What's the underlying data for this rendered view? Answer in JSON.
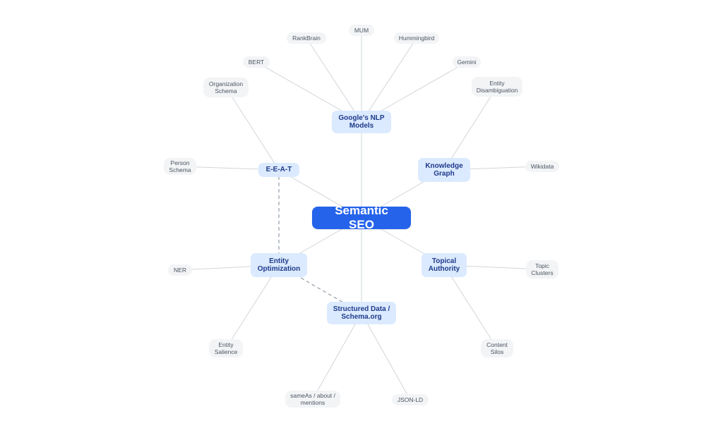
{
  "diagram": {
    "nodes": [
      {
        "id": "semantic-seo",
        "kind": "root",
        "label": "Semantic SEO"
      },
      {
        "id": "nlp-models",
        "kind": "hub",
        "label": "Google's NLP\nModels"
      },
      {
        "id": "eeat",
        "kind": "hub",
        "label": "E-E-A-T"
      },
      {
        "id": "knowledge-graph",
        "kind": "hub",
        "label": "Knowledge\nGraph"
      },
      {
        "id": "entity-optimization",
        "kind": "hub",
        "label": "Entity\nOptimization"
      },
      {
        "id": "topical-authority",
        "kind": "hub",
        "label": "Topical\nAuthority"
      },
      {
        "id": "structured-data",
        "kind": "hub",
        "label": "Structured Data /\nSchema.org"
      },
      {
        "id": "rankbrain",
        "kind": "leaf",
        "label": "RankBrain"
      },
      {
        "id": "mum",
        "kind": "leaf",
        "label": "MUM"
      },
      {
        "id": "hummingbird",
        "kind": "leaf",
        "label": "Hummingbird"
      },
      {
        "id": "bert",
        "kind": "leaf",
        "label": "BERT"
      },
      {
        "id": "gemini",
        "kind": "leaf",
        "label": "Gemini"
      },
      {
        "id": "organization-schema",
        "kind": "leaf",
        "label": "Organization\nSchema"
      },
      {
        "id": "person-schema",
        "kind": "leaf",
        "label": "Person\nSchema"
      },
      {
        "id": "entity-disambiguation",
        "kind": "leaf",
        "label": "Entity\nDisambiguation"
      },
      {
        "id": "wikidata",
        "kind": "leaf",
        "label": "Wikidata"
      },
      {
        "id": "ner",
        "kind": "leaf",
        "label": "NER"
      },
      {
        "id": "entity-salience",
        "kind": "leaf",
        "label": "Entity\nSalience"
      },
      {
        "id": "topic-clusters",
        "kind": "leaf",
        "label": "Topic\nClusters"
      },
      {
        "id": "content-silos",
        "kind": "leaf",
        "label": "Content\nSilos"
      },
      {
        "id": "sameas-about-mentions",
        "kind": "leaf",
        "label": "sameAs / about /\nmentions"
      },
      {
        "id": "json-ld",
        "kind": "leaf",
        "label": "JSON-LD"
      }
    ],
    "edges": [
      {
        "from": "semantic-seo",
        "to": "nlp-models",
        "style": "solid"
      },
      {
        "from": "semantic-seo",
        "to": "eeat",
        "style": "solid"
      },
      {
        "from": "semantic-seo",
        "to": "knowledge-graph",
        "style": "solid"
      },
      {
        "from": "semantic-seo",
        "to": "entity-optimization",
        "style": "solid"
      },
      {
        "from": "semantic-seo",
        "to": "topical-authority",
        "style": "solid"
      },
      {
        "from": "semantic-seo",
        "to": "structured-data",
        "style": "solid"
      },
      {
        "from": "nlp-models",
        "to": "rankbrain",
        "style": "solid"
      },
      {
        "from": "nlp-models",
        "to": "mum",
        "style": "solid"
      },
      {
        "from": "nlp-models",
        "to": "hummingbird",
        "style": "solid"
      },
      {
        "from": "nlp-models",
        "to": "bert",
        "style": "solid"
      },
      {
        "from": "nlp-models",
        "to": "gemini",
        "style": "solid"
      },
      {
        "from": "eeat",
        "to": "organization-schema",
        "style": "solid"
      },
      {
        "from": "eeat",
        "to": "person-schema",
        "style": "solid"
      },
      {
        "from": "knowledge-graph",
        "to": "entity-disambiguation",
        "style": "solid"
      },
      {
        "from": "knowledge-graph",
        "to": "wikidata",
        "style": "solid"
      },
      {
        "from": "entity-optimization",
        "to": "ner",
        "style": "solid"
      },
      {
        "from": "entity-optimization",
        "to": "entity-salience",
        "style": "solid"
      },
      {
        "from": "topical-authority",
        "to": "topic-clusters",
        "style": "solid"
      },
      {
        "from": "topical-authority",
        "to": "content-silos",
        "style": "solid"
      },
      {
        "from": "structured-data",
        "to": "sameas-about-mentions",
        "style": "solid"
      },
      {
        "from": "structured-data",
        "to": "json-ld",
        "style": "solid"
      },
      {
        "from": "eeat",
        "to": "entity-optimization",
        "style": "dashed"
      },
      {
        "from": "entity-optimization",
        "to": "structured-data",
        "style": "dashed"
      }
    ]
  },
  "colors": {
    "root_fill": "#2563eb",
    "root_text": "#ffffff",
    "hub_fill": "#dbeafe",
    "hub_text": "#1e3a8a",
    "leaf_fill": "#f3f4f6",
    "leaf_text": "#4b5563",
    "edge": "#d1d5db",
    "dashed_edge": "#9ca3af"
  }
}
